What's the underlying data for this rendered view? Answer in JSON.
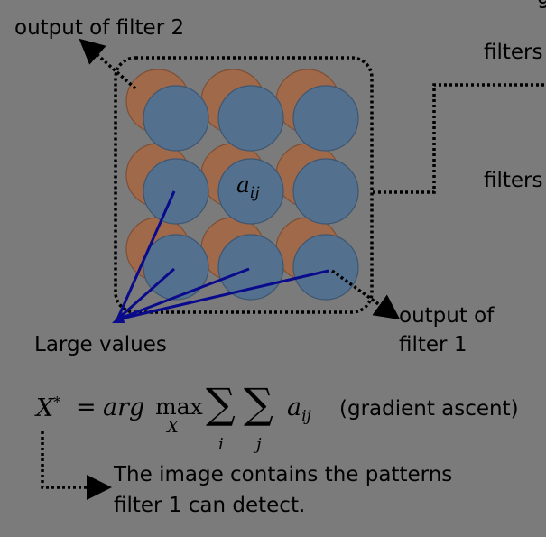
{
  "labels": {
    "top_right_partial": "g",
    "output_filter2": "output of filter 2",
    "filters_top": "filters",
    "filters_middle": "filters",
    "output_filter1_line1": "output of",
    "output_filter1_line2": "filter 1",
    "large_values": "Large values",
    "aij_cell": "a",
    "aij_sub": "ij",
    "gradient_ascent": "(gradient ascent)",
    "conclusion_line1": "The image contains the patterns",
    "conclusion_line2": "filter 1 can detect."
  },
  "formula": {
    "lhs": "X",
    "star": "*",
    "eq": "=",
    "arg": "arg",
    "max": "max",
    "max_sub": "X",
    "sum": "∑",
    "sum_i": "i",
    "sum_j": "j",
    "a": "a",
    "a_sub": "ij"
  },
  "colors": {
    "background": "#7b7b7b",
    "blue_circle": "#54708f",
    "orange_circle": "#a0694a",
    "lines": "#0a0a8c"
  }
}
